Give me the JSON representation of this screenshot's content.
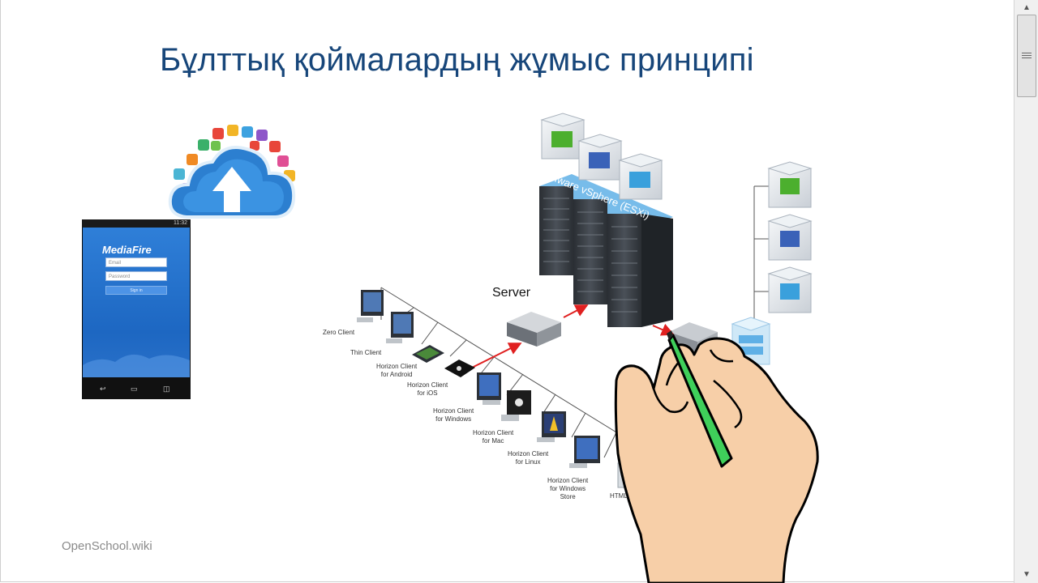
{
  "title": "Бұлттық қоймалардың жұмыс принципі",
  "watermark": "OpenSchool.wiki",
  "phone": {
    "clock": "11:32",
    "logo": "MediaFire",
    "email_placeholder": "Email",
    "password_placeholder": "Password",
    "signin_label": "Sign in"
  },
  "diagram": {
    "server_label": "Server",
    "rack_label": "VMware vSphere (ESXi)",
    "clients": [
      {
        "line1": "Zero Client",
        "line2": ""
      },
      {
        "line1": "Thin Client",
        "line2": ""
      },
      {
        "line1": "Horizon Client",
        "line2": "for Android"
      },
      {
        "line1": "Horizon Client",
        "line2": "for iOS"
      },
      {
        "line1": "Horizon Client",
        "line2": "for Windows"
      },
      {
        "line1": "Horizon Client",
        "line2": "for Mac"
      },
      {
        "line1": "Horizon Client",
        "line2": "for Linux"
      },
      {
        "line1": "Horizon Client",
        "line2": "for Windows",
        "line3": "Store"
      },
      {
        "line1": "HTML",
        "line2": ""
      }
    ],
    "colors": {
      "title": "#17467a",
      "arrow": "#e02020",
      "pen": "#3fcf5a",
      "hand": "#f7cfa8",
      "rack": "#3a3f45",
      "vsphere_band": "#5fb0e6"
    }
  }
}
